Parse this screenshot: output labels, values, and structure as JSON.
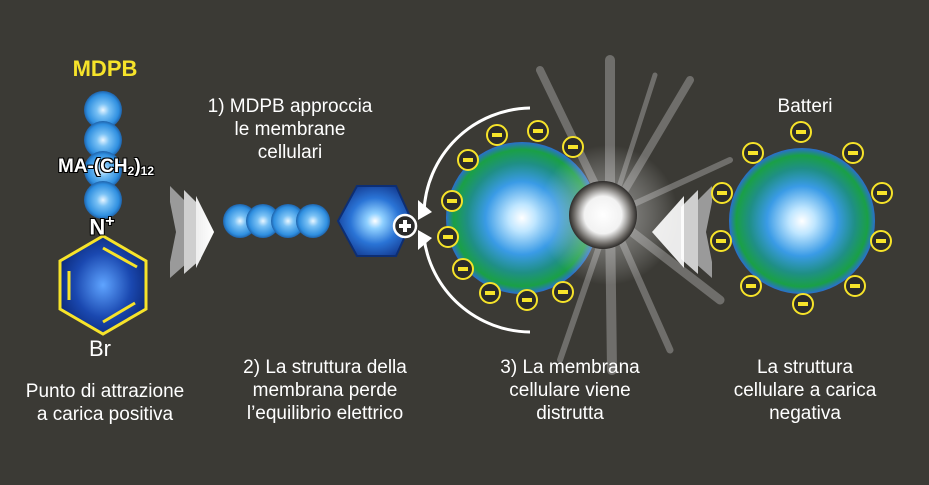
{
  "title": "MDPB",
  "molecule": {
    "chain_label": "MA-(CH",
    "chain_sub_2": "2",
    "chain_close": ")",
    "chain_sub_12": "12",
    "nitrogen": "N",
    "charge": "+",
    "counter_ion": "Br"
  },
  "labels": {
    "attraction": "Punto di attrazione\na carica positiva",
    "step1": "1) MDPB approccia\nle membrane\ncellulari",
    "step2": "2) La struttura della\nmembrana perde\nl’equilibrio elettrico",
    "step3": "3) La membrana\ncellulare viene\ndistrutta",
    "bacteria": "Batteri",
    "negative": "La struttura\ncellulare a carica\nnegativa"
  },
  "colors": {
    "background": "#3b3a35",
    "accent_yellow": "#f6e32a",
    "sphere_blue": "#2f8fe0",
    "cell_green": "#1aa046",
    "hex_blue": "#1b4db5"
  },
  "icons": {
    "positive_charge": "plus-circle-icon",
    "negative_charge": "minus-circle-icon",
    "direction_arrow": "chevron-arrow-icon"
  }
}
